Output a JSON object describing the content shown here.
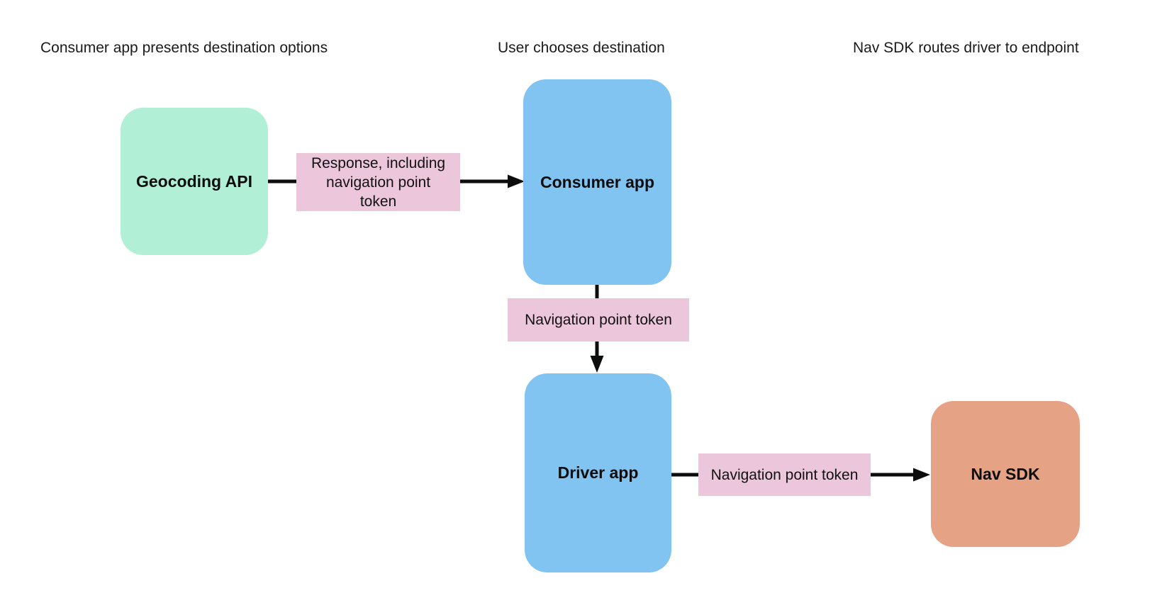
{
  "diagram": {
    "background": "#ffffff",
    "arrow_color": "#0d0d0d"
  },
  "headers": [
    {
      "label": "Consumer app presents destination options"
    },
    {
      "label": "User chooses destination"
    },
    {
      "label": "Nav SDK routes driver to endpoint"
    }
  ],
  "nodes": [
    {
      "id": "geocoding-api",
      "label": "Geocoding API",
      "fill": "#b1efd7"
    },
    {
      "id": "consumer-app",
      "label": "Consumer app",
      "fill": "#81c3f1"
    },
    {
      "id": "driver-app",
      "label": "Driver app",
      "fill": "#81c3f1"
    },
    {
      "id": "nav-sdk",
      "label": "Nav SDK",
      "fill": "#e5a285"
    }
  ],
  "edges": [
    {
      "from": "geocoding-api",
      "to": "consumer-app",
      "label": "Response, including navigation point token",
      "lines": [
        "Response, including",
        "navigation point",
        "token"
      ],
      "fill": "#ecc7dc"
    },
    {
      "from": "consumer-app",
      "to": "driver-app",
      "label": "Navigation point token",
      "fill": "#ecc7dc"
    },
    {
      "from": "driver-app",
      "to": "nav-sdk",
      "label": "Navigation point token",
      "fill": "#ecc7dc"
    }
  ]
}
